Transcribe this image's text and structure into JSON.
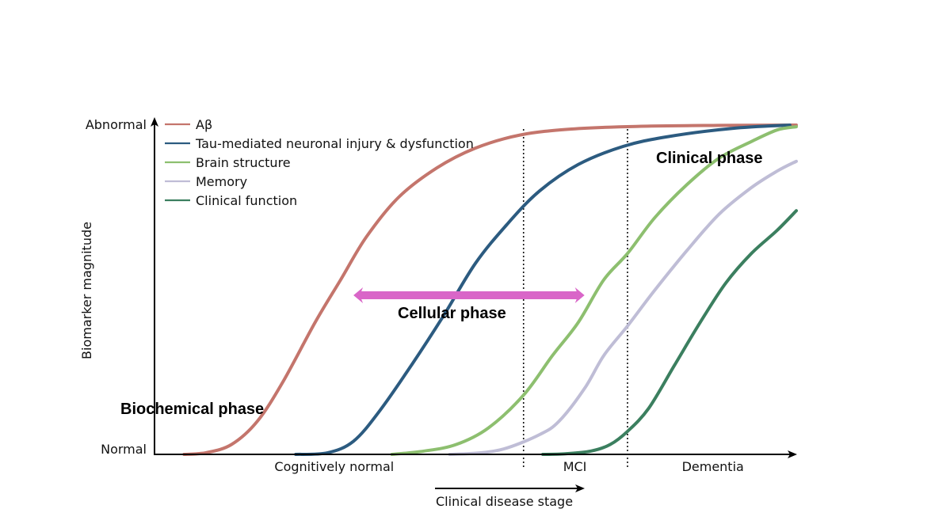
{
  "chart_data": {
    "type": "line",
    "title": "",
    "xlabel": "Clinical disease stage",
    "ylabel": "Biomarker magnitude",
    "xlim": [
      0,
      100
    ],
    "ylim": [
      0,
      1
    ],
    "grid": false,
    "legend_placement": "top-left",
    "y_tick_labels": {
      "top": "Abnormal",
      "bottom": "Normal"
    },
    "stages": [
      {
        "label": "Cognitively normal",
        "center": 28
      },
      {
        "label": "MCI",
        "center": 65.5
      },
      {
        "label": "Dementia",
        "center": 87
      }
    ],
    "stage_boundaries": [
      57.5,
      73.7
    ],
    "phases": [
      {
        "label": "Biochemical phase"
      },
      {
        "label": "Cellular phase",
        "arrow_from": 31,
        "arrow_to": 67
      },
      {
        "label": "Clinical phase"
      }
    ],
    "series": [
      {
        "name": "Aβ",
        "color": "#c4756c",
        "points": [
          [
            4.6,
            0
          ],
          [
            8,
            0.005
          ],
          [
            12,
            0.03
          ],
          [
            16,
            0.1
          ],
          [
            20,
            0.22
          ],
          [
            25,
            0.4
          ],
          [
            29,
            0.53
          ],
          [
            33,
            0.66
          ],
          [
            38,
            0.78
          ],
          [
            44,
            0.87
          ],
          [
            50,
            0.93
          ],
          [
            57,
            0.97
          ],
          [
            65,
            0.988
          ],
          [
            75,
            0.996
          ],
          [
            88,
            0.999
          ],
          [
            100,
            1.0
          ]
        ]
      },
      {
        "name": "Tau-mediated neuronal injury & dysfunction",
        "color": "#2c5b80",
        "points": [
          [
            22,
            0
          ],
          [
            27,
            0.005
          ],
          [
            31,
            0.04
          ],
          [
            35,
            0.13
          ],
          [
            40,
            0.27
          ],
          [
            45,
            0.42
          ],
          [
            50,
            0.58
          ],
          [
            55,
            0.7
          ],
          [
            60,
            0.8
          ],
          [
            66,
            0.88
          ],
          [
            73,
            0.935
          ],
          [
            80,
            0.965
          ],
          [
            90,
            0.99
          ],
          [
            99,
            1.0
          ]
        ]
      },
      {
        "name": "Brain structure",
        "color": "#8dbf6f",
        "points": [
          [
            37,
            0
          ],
          [
            42,
            0.01
          ],
          [
            47,
            0.03
          ],
          [
            52,
            0.08
          ],
          [
            57.5,
            0.18
          ],
          [
            62,
            0.3
          ],
          [
            66,
            0.4
          ],
          [
            70,
            0.53
          ],
          [
            73.7,
            0.61
          ],
          [
            78,
            0.72
          ],
          [
            83,
            0.82
          ],
          [
            88,
            0.9
          ],
          [
            93,
            0.95
          ],
          [
            97,
            0.985
          ],
          [
            100,
            0.995
          ]
        ]
      },
      {
        "name": "Memory",
        "color": "#bfbdd6",
        "points": [
          [
            46,
            0
          ],
          [
            51,
            0.005
          ],
          [
            55,
            0.02
          ],
          [
            60,
            0.06
          ],
          [
            63,
            0.1
          ],
          [
            67,
            0.2
          ],
          [
            70,
            0.3
          ],
          [
            73.7,
            0.39
          ],
          [
            78,
            0.5
          ],
          [
            83,
            0.62
          ],
          [
            88,
            0.73
          ],
          [
            93,
            0.81
          ],
          [
            97,
            0.86
          ],
          [
            100,
            0.89
          ]
        ]
      },
      {
        "name": "Clinical function",
        "color": "#3b7f5f",
        "points": [
          [
            60.5,
            0
          ],
          [
            64,
            0.002
          ],
          [
            68,
            0.01
          ],
          [
            71,
            0.03
          ],
          [
            73.7,
            0.07
          ],
          [
            77,
            0.14
          ],
          [
            81,
            0.27
          ],
          [
            85,
            0.4
          ],
          [
            89,
            0.52
          ],
          [
            93,
            0.61
          ],
          [
            97,
            0.68
          ],
          [
            100,
            0.74
          ]
        ]
      }
    ],
    "arrow_color": "#d966c8"
  }
}
